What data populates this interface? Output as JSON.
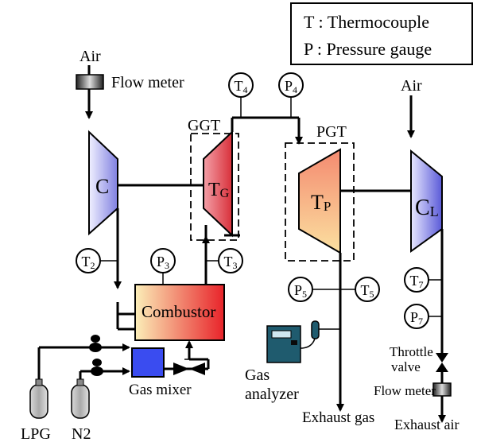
{
  "legend": {
    "thermocouple": "T : Thermocouple",
    "pressure_gauge": "P : Pressure gauge"
  },
  "labels": {
    "air_left": "Air",
    "flow_meter_left": "Flow meter",
    "compressor": "C",
    "ggt": "GGT",
    "tg_main": "T",
    "tg_sub": "G",
    "pgt": "PGT",
    "tp_main": "T",
    "tp_sub": "P",
    "air_right": "Air",
    "cl_main": "C",
    "cl_sub": "L",
    "combustor": "Combustor",
    "gas_mixer": "Gas mixer",
    "lpg": "LPG",
    "n2": "N2",
    "gas_analyzer_line1": "Gas",
    "gas_analyzer_line2": "analyzer",
    "exhaust_gas": "Exhaust gas",
    "throttle_line1": "Throttle",
    "throttle_line2": "valve",
    "flow_meter_right": "Flow meter",
    "exhaust_air": "Exhaust air"
  },
  "gauges": {
    "t2": {
      "main": "T",
      "sub": "2"
    },
    "p3": {
      "main": "P",
      "sub": "3"
    },
    "t3": {
      "main": "T",
      "sub": "3"
    },
    "t4": {
      "main": "T",
      "sub": "4"
    },
    "p4": {
      "main": "P",
      "sub": "4"
    },
    "p5": {
      "main": "P",
      "sub": "5"
    },
    "t5": {
      "main": "T",
      "sub": "5"
    },
    "t7": {
      "main": "T",
      "sub": "7"
    },
    "p7": {
      "main": "P",
      "sub": "7"
    }
  },
  "colors": {
    "compressor": "#8f8fe6",
    "tg_turbine": "#e8505a",
    "tp_turbine": "#f6a868",
    "cl_compressor": "#6f6fe0",
    "combustor_start": "#f7e8a8",
    "combustor_end": "#e8232a",
    "gas_mixer": "#3a4cf0",
    "gas_analyzer": "#1f5b6e",
    "cylinder": "#b0b0b0"
  }
}
